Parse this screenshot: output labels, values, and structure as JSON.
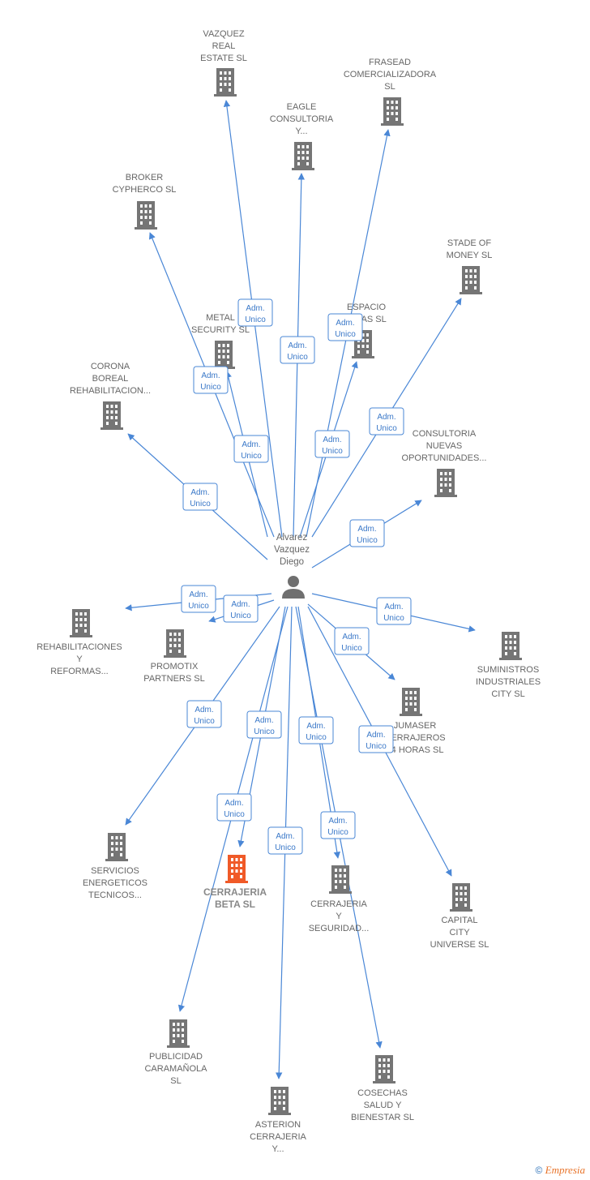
{
  "center": {
    "lines": [
      "Alvarez",
      "Vazquez",
      "Diego"
    ],
    "icon": "person-icon"
  },
  "badge": {
    "line1": "Adm.",
    "line2": "Unico"
  },
  "colors": {
    "edge": "#4a87d6",
    "building": "#757575",
    "highlight": "#f05a28"
  },
  "nodes": [
    {
      "id": "vazquez-real-estate",
      "lines": [
        "VAZQUEZ",
        "REAL",
        "ESTATE  SL"
      ]
    },
    {
      "id": "frasead-comercializadora",
      "lines": [
        "FRASEAD",
        "COMERCIALIZADORA",
        "SL"
      ]
    },
    {
      "id": "eagle-consultoria",
      "lines": [
        "EAGLE",
        "CONSULTORIA",
        "Y..."
      ]
    },
    {
      "id": "broker-cypherco",
      "lines": [
        "BROKER",
        "CYPHERCO  SL"
      ]
    },
    {
      "id": "stade-of-money",
      "lines": [
        "STADE OF",
        "MONEY  SL"
      ]
    },
    {
      "id": "metal-security",
      "lines": [
        "METAL",
        "SECURITY  SL"
      ]
    },
    {
      "id": "espacio-ideas",
      "lines": [
        "ESPACIO",
        "IDEAS  SL"
      ]
    },
    {
      "id": "corona-boreal",
      "lines": [
        "CORONA",
        "BOREAL",
        "REHABILITACION..."
      ]
    },
    {
      "id": "consultoria-nuevas",
      "lines": [
        "CONSULTORIA",
        "NUEVAS",
        "OPORTUNIDADES..."
      ]
    },
    {
      "id": "rehabilitaciones-reformas",
      "lines": [
        "REHABILITACIONES",
        "Y",
        "REFORMAS..."
      ]
    },
    {
      "id": "promotix-partners",
      "lines": [
        "PROMOTIX",
        "PARTNERS  SL"
      ]
    },
    {
      "id": "suministros-industriales",
      "lines": [
        "SUMINISTROS",
        "INDUSTRIALES",
        "CITY  SL"
      ]
    },
    {
      "id": "jumaser-cerrajeros",
      "lines": [
        "JUMASER",
        "CERRAJEROS",
        "24 HORAS  SL"
      ]
    },
    {
      "id": "servicios-energeticos",
      "lines": [
        "SERVICIOS",
        "ENERGETICOS",
        "TECNICOS..."
      ]
    },
    {
      "id": "cerrajeria-beta",
      "lines": [
        "CERRAJERIA",
        "BETA  SL"
      ],
      "highlight": true
    },
    {
      "id": "cerrajeria-seguridad",
      "lines": [
        "CERRAJERIA",
        "Y",
        "SEGURIDAD..."
      ]
    },
    {
      "id": "capital-city-universe",
      "lines": [
        "CAPITAL",
        "CITY",
        "UNIVERSE  SL"
      ]
    },
    {
      "id": "publicidad-caramanola",
      "lines": [
        "PUBLICIDAD",
        "CARAMAÑOLA",
        "SL"
      ]
    },
    {
      "id": "asterion-cerrajeria",
      "lines": [
        "ASTERION",
        "CERRAJERIA",
        "Y..."
      ]
    },
    {
      "id": "cosechas-salud",
      "lines": [
        "COSECHAS",
        "SALUD Y",
        "BIENESTAR  SL"
      ]
    }
  ],
  "footer": {
    "copyright": "©",
    "brand": "Empresia"
  }
}
